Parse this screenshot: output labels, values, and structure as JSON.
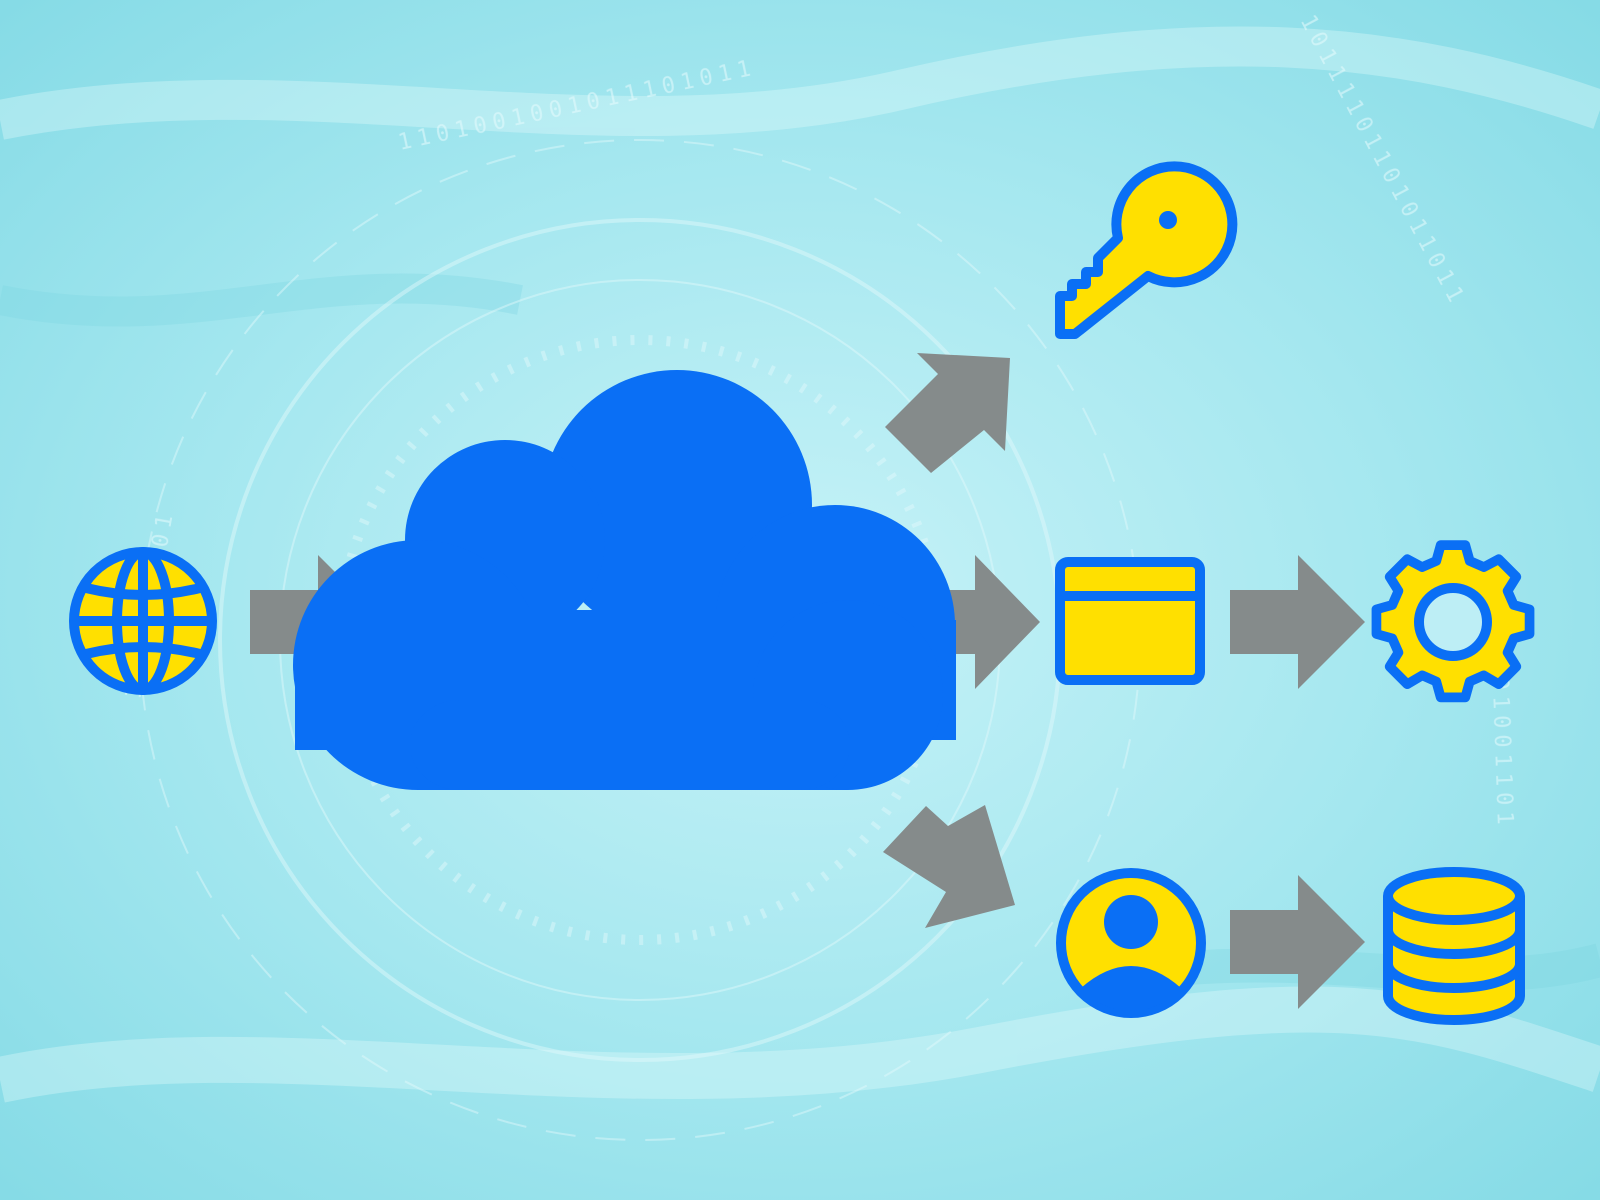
{
  "diagram": {
    "colors": {
      "background_light": "#bdeef5",
      "background_mid": "#8fe0ea",
      "background_deep": "#6fd3df",
      "cloud_blue": "#0a6ff5",
      "icon_yellow": "#ffe000",
      "icon_outline": "#0a6ff5",
      "arrow_gray": "#858b8b"
    },
    "nodes": [
      {
        "id": "globe",
        "icon": "globe-icon"
      },
      {
        "id": "cloud",
        "icon": "cloud-icon"
      },
      {
        "id": "key",
        "icon": "key-icon"
      },
      {
        "id": "browser",
        "icon": "browser-window-icon"
      },
      {
        "id": "gear",
        "icon": "gear-icon"
      },
      {
        "id": "user",
        "icon": "user-avatar-icon"
      },
      {
        "id": "database",
        "icon": "database-icon"
      }
    ],
    "edges": [
      {
        "from": "globe",
        "to": "cloud"
      },
      {
        "from": "cloud",
        "to": "key"
      },
      {
        "from": "cloud",
        "to": "browser"
      },
      {
        "from": "cloud",
        "to": "user"
      },
      {
        "from": "browser",
        "to": "gear"
      },
      {
        "from": "user",
        "to": "database"
      }
    ]
  }
}
